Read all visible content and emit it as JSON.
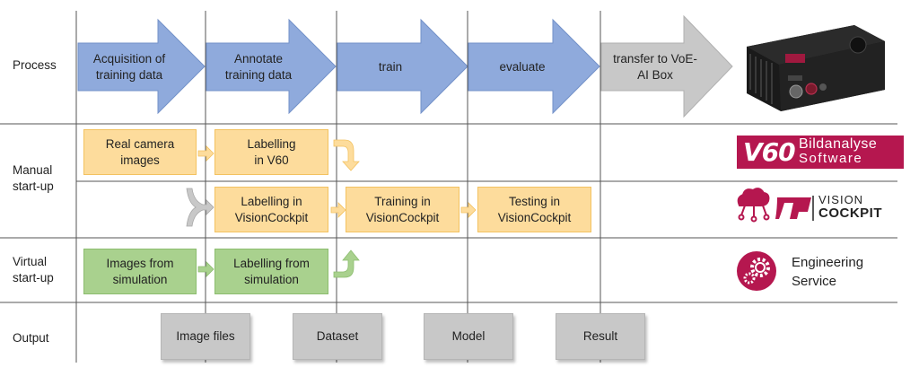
{
  "rows": {
    "process": "Process",
    "manual": "Manual\nstart-up",
    "virtual": "Virtual\nstart-up",
    "output": "Output"
  },
  "process_steps": [
    "Acquisition of\ntraining data",
    "Annotate\ntraining data",
    "train",
    "evaluate",
    "transfer to VoE-\nAI Box"
  ],
  "manual_v60": {
    "real_camera": "Real camera\nimages",
    "labelling_v60": "Labelling\nin V60"
  },
  "manual_cockpit": {
    "labelling_cockpit": "Labelling in\nVisionCockpit",
    "training_cockpit": "Training in\nVisionCockpit",
    "testing_cockpit": "Testing in\nVisionCockpit"
  },
  "virtual": {
    "images_sim": "Images from\nsimulation",
    "labelling_sim": "Labelling from\nsimulation"
  },
  "outputs": [
    "Image files",
    "Dataset",
    "Model",
    "Result"
  ],
  "logos": {
    "v60_mark": "V60",
    "v60_line1": "Bildanalyse",
    "v60_line2": "Software",
    "vision": "VISION",
    "cockpit": "COCKPIT",
    "eng_service": "Engineering\nService"
  },
  "colors": {
    "process_arrow": "#8faadc",
    "process_arrow_border": "#7391c9",
    "last_arrow": "#c8c8c8",
    "yellow_box": "#fddc9c",
    "green_box": "#a9d18e",
    "output_box": "#c8c8c8",
    "v60_brand": "#b5174f"
  }
}
